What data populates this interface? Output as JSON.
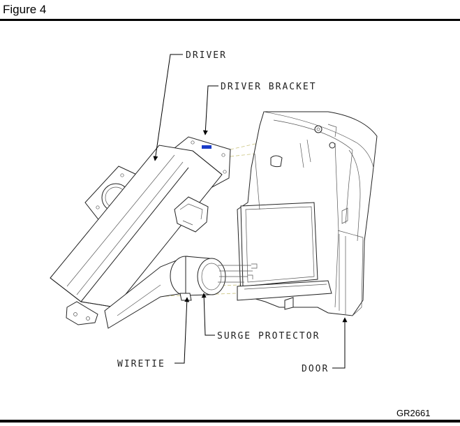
{
  "figure_title": "Figure 4",
  "figure_id": "GR2661",
  "callouts": {
    "driver": "DRIVER",
    "driver_bracket": "DRIVER BRACKET",
    "surge_protector": "SURGE PROTECTOR",
    "wiretie": "WIRETIE",
    "door": "DOOR"
  },
  "colors": {
    "line": "#222222",
    "rule": "#000000",
    "alignment_dash": "#c9c27a",
    "label_accent": "#1a3cc8"
  }
}
